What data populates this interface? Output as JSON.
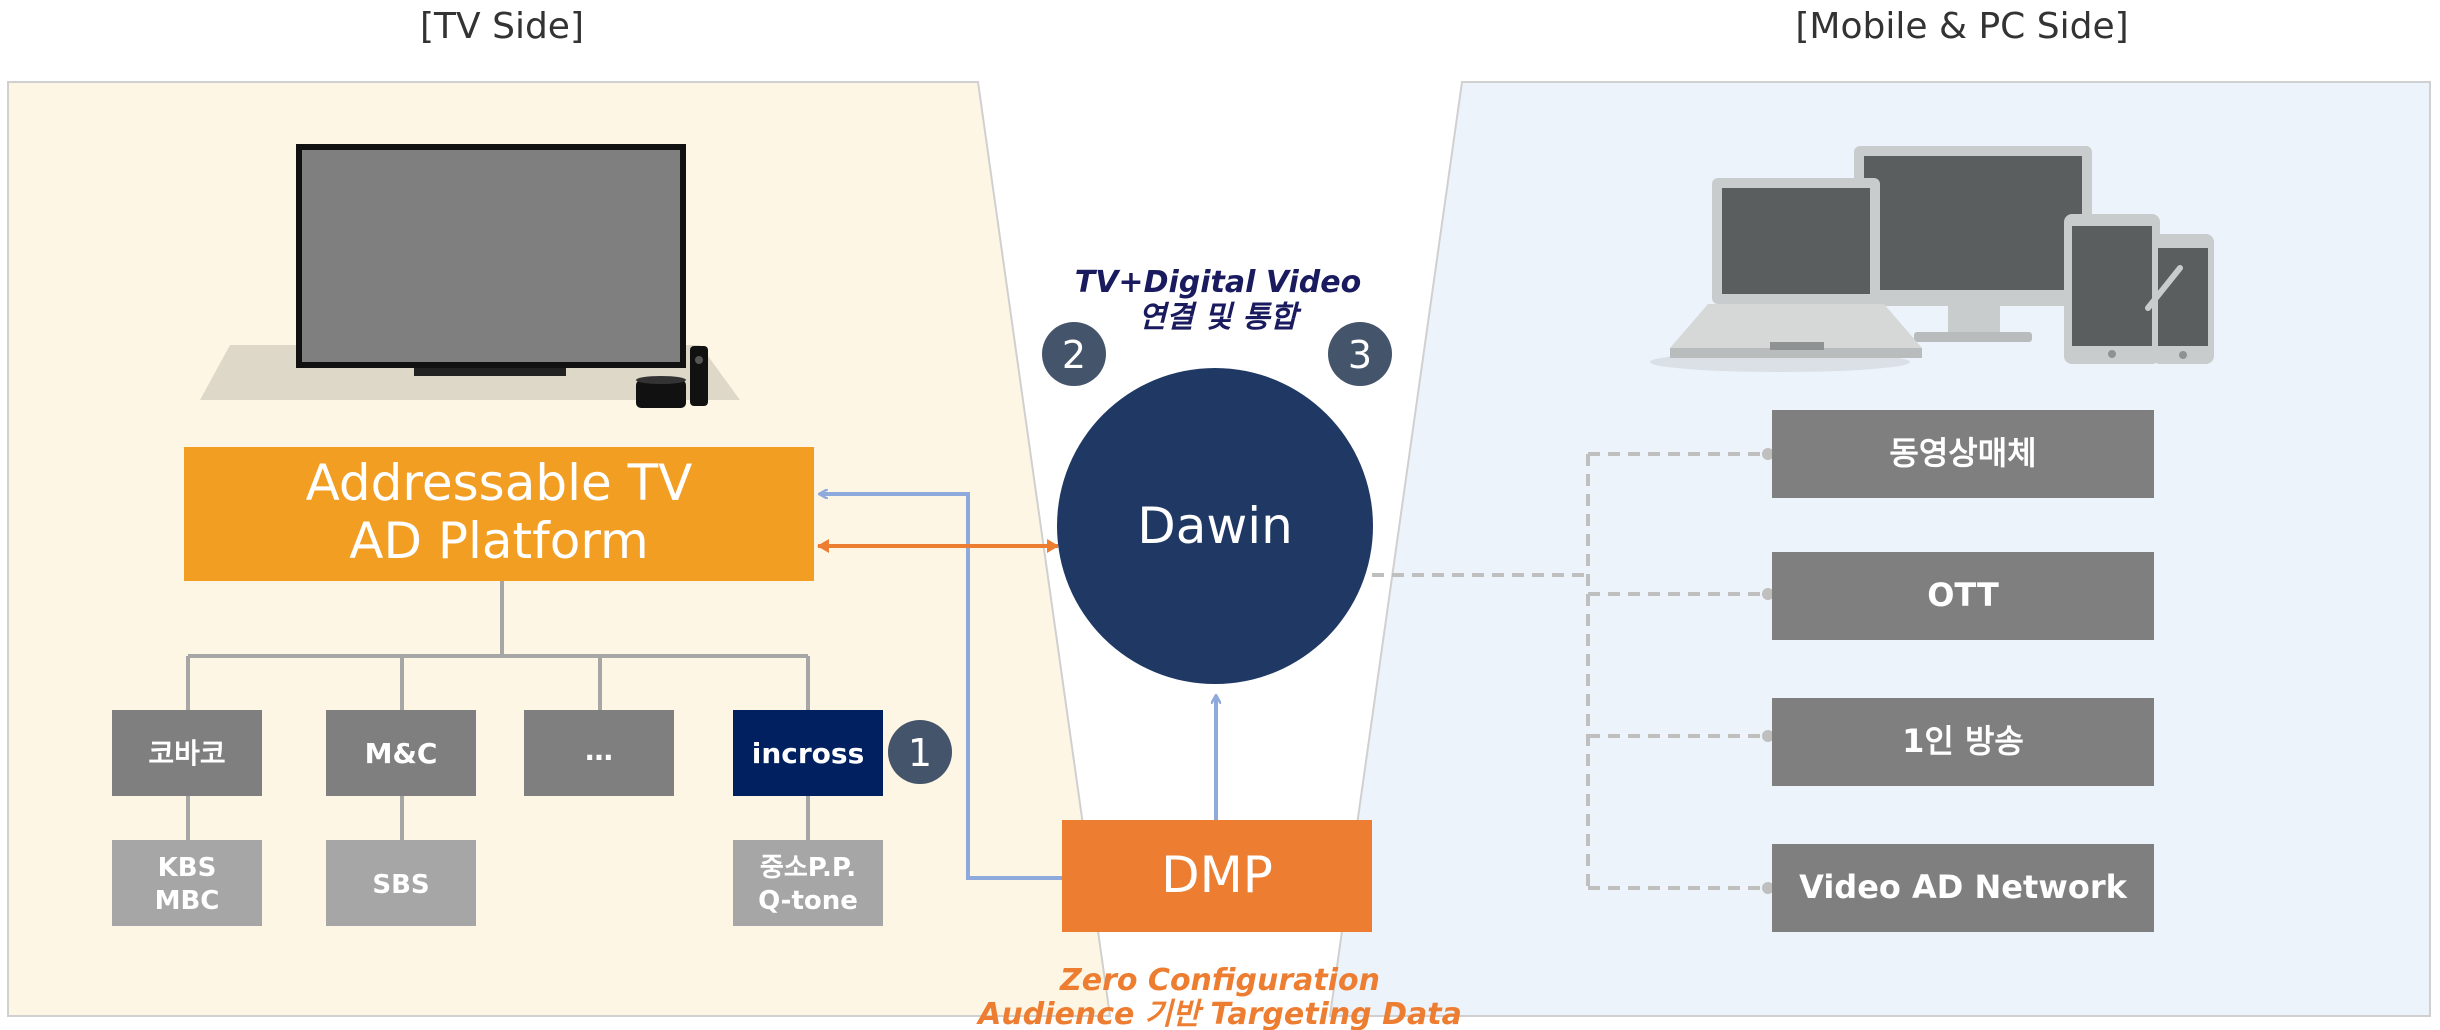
{
  "titles": {
    "tv_side": "[TV Side]",
    "mobile_side": "[Mobile & PC Side]"
  },
  "tv": {
    "platform_line1": "Addressable TV",
    "platform_line2": "AD Platform",
    "operators": [
      {
        "label": "코바코",
        "highlight": false,
        "sub_lines": [
          "KBS",
          "MBC"
        ]
      },
      {
        "label": "M&C",
        "highlight": false,
        "sub_lines": [
          "SBS"
        ]
      },
      {
        "label": "…",
        "highlight": false,
        "sub_lines": []
      },
      {
        "label": "incross",
        "highlight": true,
        "sub_lines": [
          "중소P.P.",
          "Q-tone"
        ]
      }
    ]
  },
  "center": {
    "hub": "Dawin",
    "caption_line1": "TV+Digital Video",
    "caption_line2": "연결 및 통합",
    "dmp": "DMP",
    "footer_line1": "Zero Configuration",
    "footer_line2": "Audience 기반 Targeting Data"
  },
  "badges": [
    "1",
    "2",
    "3"
  ],
  "mobile": {
    "channels": [
      "동영상매체",
      "OTT",
      "1인 방송",
      "Video AD Network"
    ]
  },
  "colors": {
    "tv_panel": "#fdf6e5",
    "mobile_panel": "#edf3fa",
    "platform": "#f29e22",
    "dmp": "#ed7d31",
    "hub": "#1f3864",
    "badge": "#44546a",
    "operator": "#7f7f7f",
    "operator_highlight": "#002060",
    "sub_box": "#a6a6a6",
    "channel": "#7f7f7f",
    "blue_arrow": "#8ea9db",
    "orange_arrow": "#ed7d31",
    "caption": "#1a1a5e",
    "footer": "#ed7d31"
  },
  "icons": [
    "tv-icon",
    "set-top-box-icon",
    "remote-icon",
    "laptop-icon",
    "monitor-icon",
    "tablet-icon",
    "smartphone-icon"
  ]
}
